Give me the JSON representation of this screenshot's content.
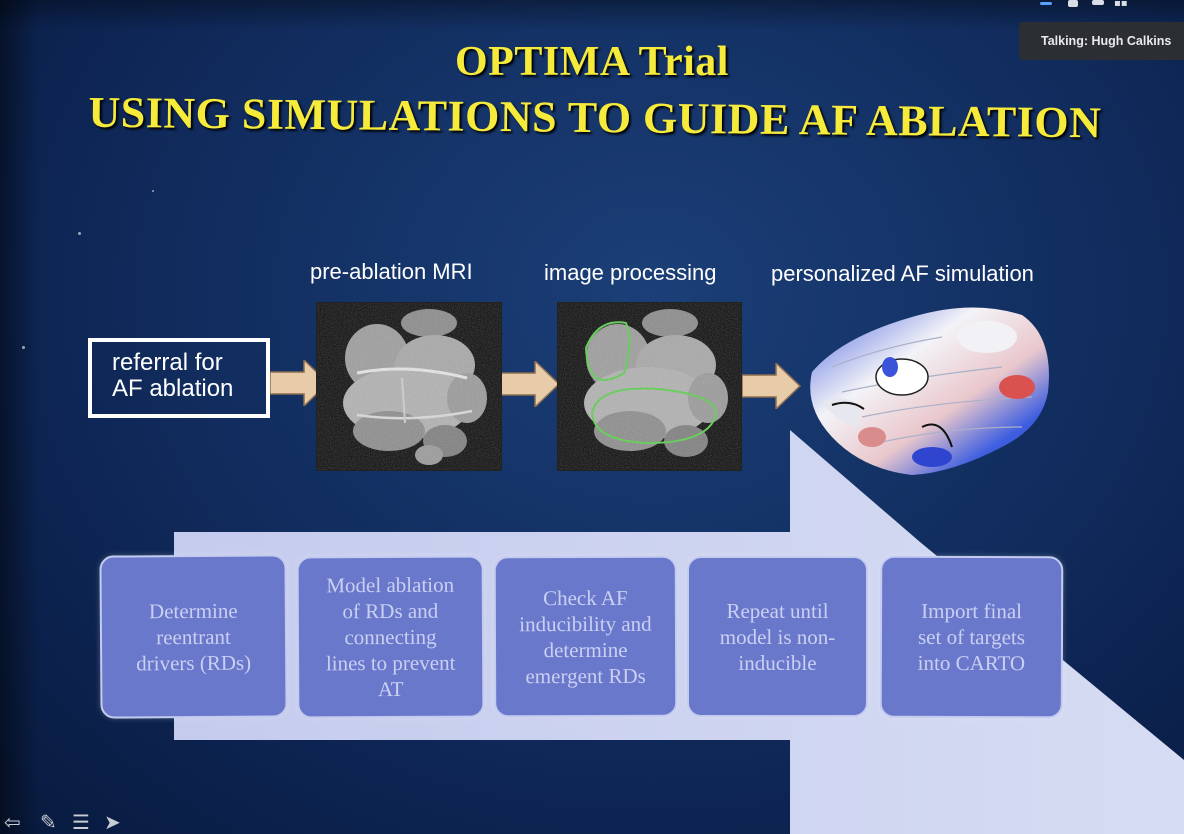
{
  "slide": {
    "title_line1": "OPTIMA Trial",
    "title_line2": "USING SIMULATIONS TO GUIDE AF ABLATION",
    "title_color": "#f6ea3a",
    "background_color": "#143266"
  },
  "overlay": {
    "talking_label": "Talking: Hugh Calkins",
    "toolbar_icons": [
      "minimize-icon",
      "window-icon",
      "bar-icon",
      "grid-icon"
    ]
  },
  "workflow": {
    "referral_line1": "referral for",
    "referral_line2": "AF ablation",
    "stage_labels": [
      "pre-ablation MRI",
      "image processing",
      "personalized AF simulation"
    ],
    "arrow_color": "#e8cba9"
  },
  "steps": [
    {
      "lines": [
        "Determine",
        "reentrant",
        "drivers (RDs)"
      ]
    },
    {
      "lines": [
        "Model ablation",
        "of RDs and",
        "connecting",
        "lines to prevent",
        "AT"
      ]
    },
    {
      "lines": [
        "Check AF",
        "inducibility and",
        "determine",
        "emergent RDs"
      ]
    },
    {
      "lines": [
        "Repeat until",
        "model is non-",
        "inducible"
      ]
    },
    {
      "lines": [
        "Import final",
        "set of targets",
        "into CARTO"
      ]
    }
  ],
  "step_box_color": "#6a78cc",
  "bottom_toolbar_icons": [
    "back-icon",
    "pen-icon",
    "notes-icon",
    "pointer-icon"
  ]
}
